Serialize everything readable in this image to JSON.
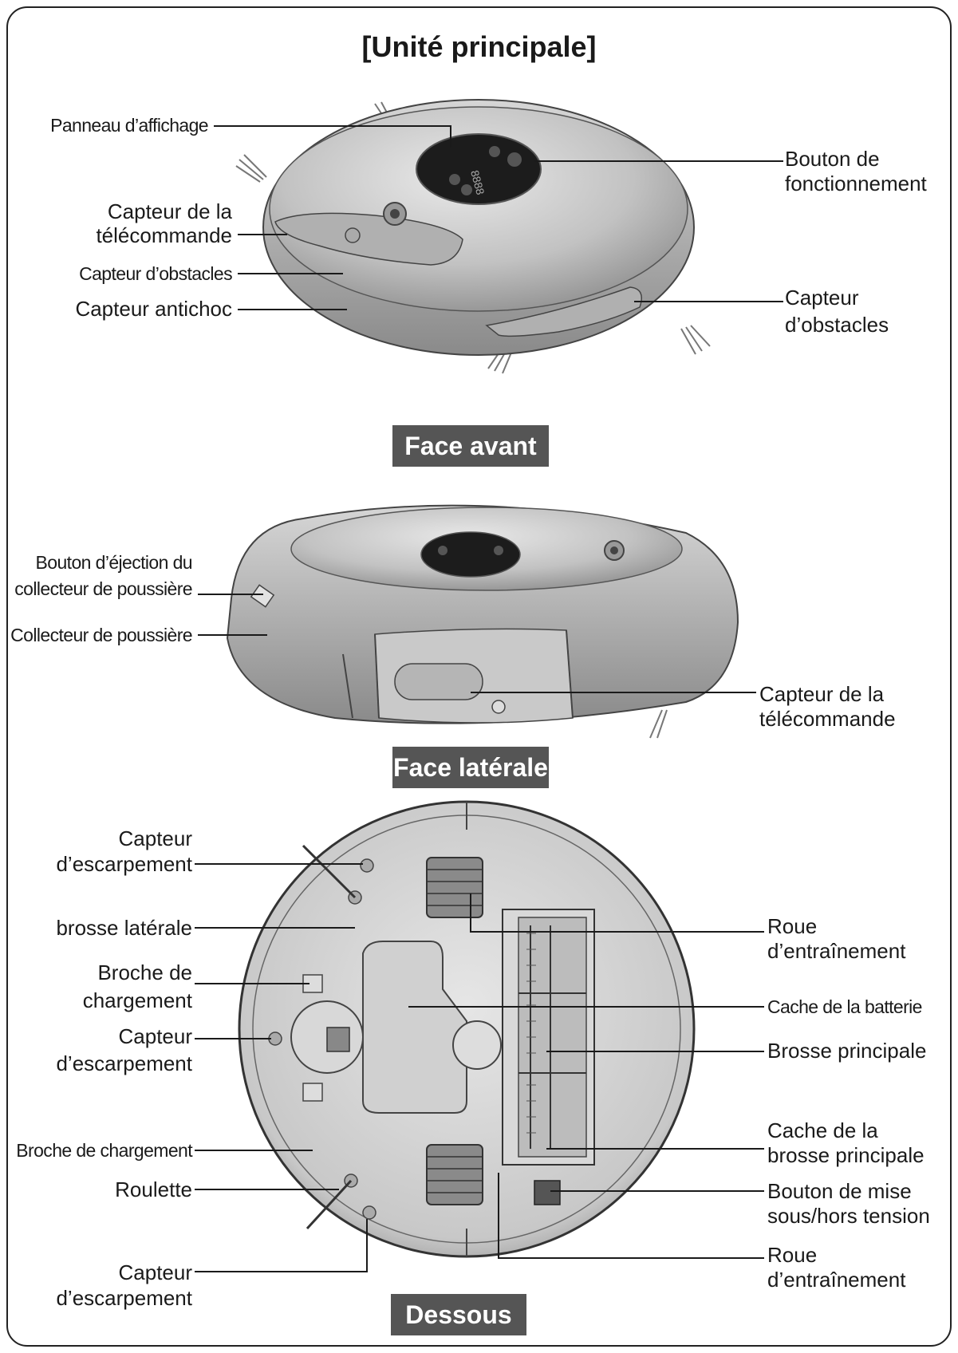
{
  "title": "[Unité principale]",
  "views": {
    "front": {
      "tag": "Face avant",
      "labels": {
        "display_panel": "Panneau d’affichage",
        "remote_sensor_1": "Capteur de la",
        "remote_sensor_2": "télécommande",
        "obstacle_sensor_left": "Capteur d’obstacles",
        "bumper_sensor": "Capteur antichoc",
        "op_button_1": "Bouton de",
        "op_button_2": "fonctionnement",
        "obstacle_sensor_right_1": "Capteur",
        "obstacle_sensor_right_2": "d’obstacles"
      }
    },
    "side": {
      "tag": "Face latérale",
      "labels": {
        "eject_button_1": "Bouton d’éjection du",
        "eject_button_2": "collecteur de poussière",
        "dust_bin": "Collecteur de poussière",
        "remote_sensor_1": "Capteur de la",
        "remote_sensor_2": "télécommande"
      }
    },
    "bottom": {
      "tag": "Dessous",
      "labels": {
        "cliff_top_1": "Capteur",
        "cliff_top_2": "d’escarpement",
        "side_brush": "brosse latérale",
        "charge_pin_top_1": "Broche de",
        "charge_pin_top_2": "chargement",
        "cliff_mid_1": "Capteur",
        "cliff_mid_2": "d’escarpement",
        "charge_pin_bottom": "Broche de chargement",
        "caster": "Roulette",
        "cliff_bottom_1": "Capteur",
        "cliff_bottom_2": "d’escarpement",
        "drive_wheel_top_1": "Roue",
        "drive_wheel_top_2": "d’entraînement",
        "battery_cover": "Cache de la batterie",
        "main_brush": "Brosse principale",
        "main_brush_cover_1": "Cache de la",
        "main_brush_cover_2": "brosse principale",
        "power_switch_1": "Bouton de mise",
        "power_switch_2": "sous/hors tension",
        "drive_wheel_bottom_1": "Roue",
        "drive_wheel_bottom_2": "d’entraînement"
      }
    }
  },
  "colors": {
    "body": "#c4c4c4",
    "dark": "#2b2b2b",
    "tag_bg": "#555555",
    "line": "#1a1a1a"
  }
}
